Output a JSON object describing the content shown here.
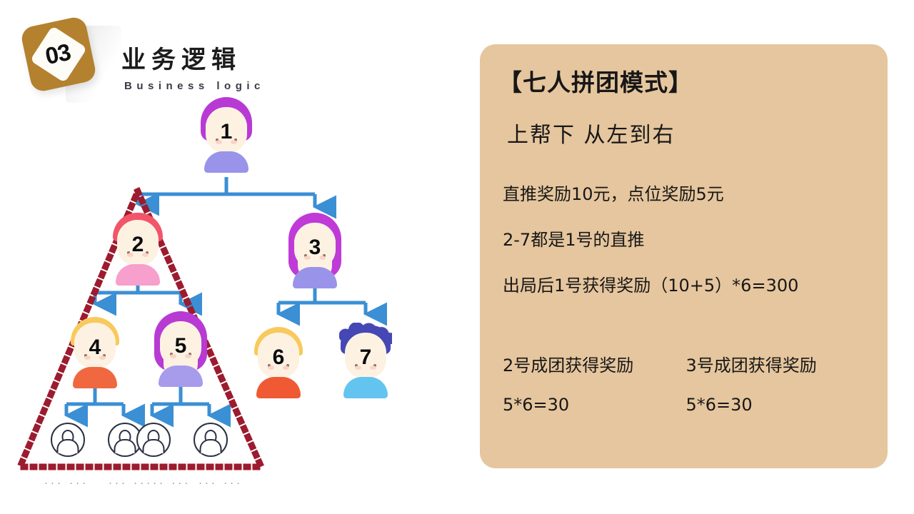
{
  "header": {
    "badge_number": "03",
    "title_cn": "业务逻辑",
    "title_en": "Business logic"
  },
  "panel": {
    "title": "【七人拼团模式】",
    "subtitle": "上帮下 从左到右",
    "lines": [
      "直推奖励10元，点位奖励5元",
      "2-7都是1号的直推",
      "出局后1号获得奖励（10+5）*6=300"
    ],
    "columns": [
      {
        "heading": "2号成团获得奖励",
        "value": "5*6=30"
      },
      {
        "heading": "3号成团获得奖励",
        "value": "5*6=30"
      }
    ],
    "background_color": "#e6c69e"
  },
  "tree": {
    "connector_color": "#3b8fd4",
    "highlight_color": "#9c1b2e",
    "nodes": [
      {
        "id": "1",
        "label": "1",
        "hair_color": "#b83ad4",
        "shirt_color": "#9a93ea",
        "hair_style": "bob"
      },
      {
        "id": "2",
        "label": "2",
        "hair_color": "#f2556a",
        "shirt_color": "#f79fcd",
        "hair_style": "cap"
      },
      {
        "id": "3",
        "label": "3",
        "hair_color": "#c03ad8",
        "shirt_color": "#9a93ea",
        "hair_style": "long"
      },
      {
        "id": "4",
        "label": "4",
        "hair_color": "#f8c95c",
        "shirt_color": "#f0683f",
        "hair_style": "short"
      },
      {
        "id": "5",
        "label": "5",
        "hair_color": "#b83ad4",
        "shirt_color": "#a79bec",
        "hair_style": "long"
      },
      {
        "id": "6",
        "label": "6",
        "hair_color": "#f8c95c",
        "shirt_color": "#ef5a34",
        "hair_style": "short"
      },
      {
        "id": "7",
        "label": "7",
        "hair_color": "#4547b5",
        "shirt_color": "#63c4f0",
        "hair_style": "curly"
      }
    ],
    "leaf_icons": [
      "person-icon",
      "person-icon",
      "person-icon",
      "person-icon"
    ],
    "ellipsis": [
      "···  ···",
      "···  ·····  ···",
      "···  ···"
    ]
  }
}
